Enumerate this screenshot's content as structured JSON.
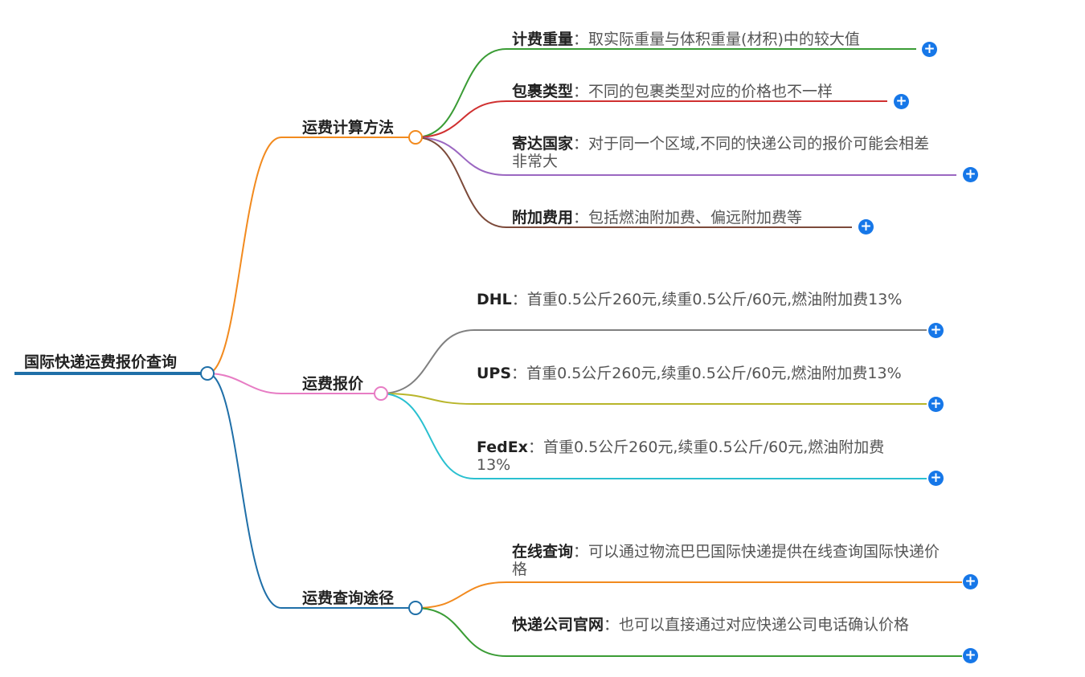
{
  "root": {
    "label": "国际快递运费报价查询"
  },
  "branches": [
    {
      "label": "运费计算方法",
      "color": "#f28a1e",
      "leaves": [
        {
          "title": "计费重量",
          "desc": "取实际重量与体积重量(材积)中的较大值",
          "color": "#3a9c35"
        },
        {
          "title": "包裹类型",
          "desc": "不同的包裹类型对应的价格也不一样",
          "color": "#d03030"
        },
        {
          "title": "寄达国家",
          "desc": "对于同一个区域,不同的快递公司的报价可能会相差非常大",
          "color": "#9b67c1"
        },
        {
          "title": "附加费用",
          "desc": "包括燃油附加费、偏远附加费等",
          "color": "#7c4a3a"
        }
      ]
    },
    {
      "label": "运费报价",
      "color": "#e77cc4",
      "leaves": [
        {
          "title": "DHL",
          "desc": "首重0.5公斤260元,续重0.5公斤/60元,燃油附加费13%",
          "color": "#808080"
        },
        {
          "title": "UPS",
          "desc": "首重0.5公斤260元,续重0.5公斤/60元,燃油附加费13%",
          "color": "#b8b52a"
        },
        {
          "title": "FedEx",
          "desc": "首重0.5公斤260元,续重0.5公斤/60元,燃油附加费13%",
          "color": "#2ac0d0"
        }
      ]
    },
    {
      "label": "运费查询途径",
      "color": "#1f6fa8",
      "leaves": [
        {
          "title": "在线查询",
          "desc": "可以通过物流巴巴国际快递提供在线查询国际快递价格",
          "color": "#f28a1e"
        },
        {
          "title": "快递公司官网",
          "desc": "也可以直接通过对应快递公司电话确认价格",
          "color": "#3a9c35"
        }
      ]
    }
  ],
  "expand_icon": "plus-icon",
  "separator": "："
}
